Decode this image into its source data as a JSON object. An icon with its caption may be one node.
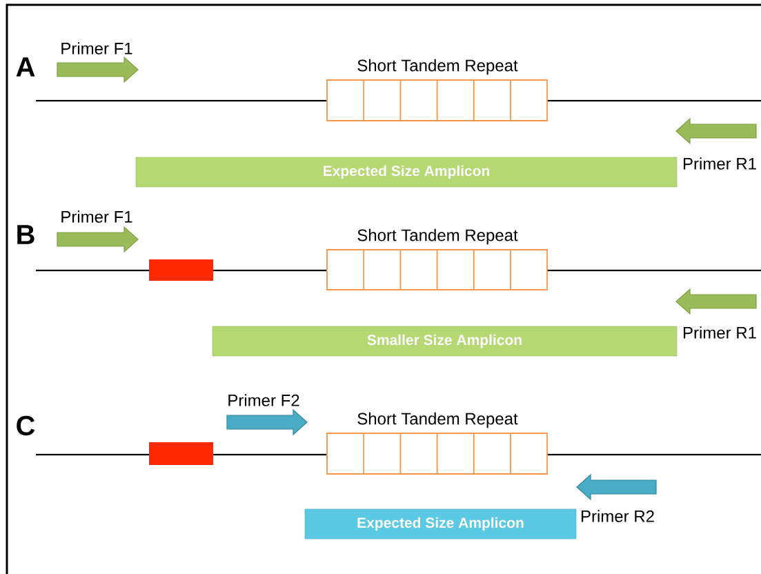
{
  "diagram": {
    "nodes": [
      {
        "text": [
          "Expected Size Amplicon"
        ]
      },
      {
        "text": [
          "Smaller Size Amplicon"
        ]
      },
      {
        "text": [
          "Expected Size Amplicon"
        ]
      }
    ],
    "labels": [
      "Primer F1",
      "A",
      "Short Tandem Repeat",
      "Primer R1",
      "Primer F1",
      "B",
      "Short Tandem Repeat",
      "Primer R1",
      "Primer F2",
      "C",
      "Short Tandem Repeat",
      "Primer R2"
    ]
  }
}
